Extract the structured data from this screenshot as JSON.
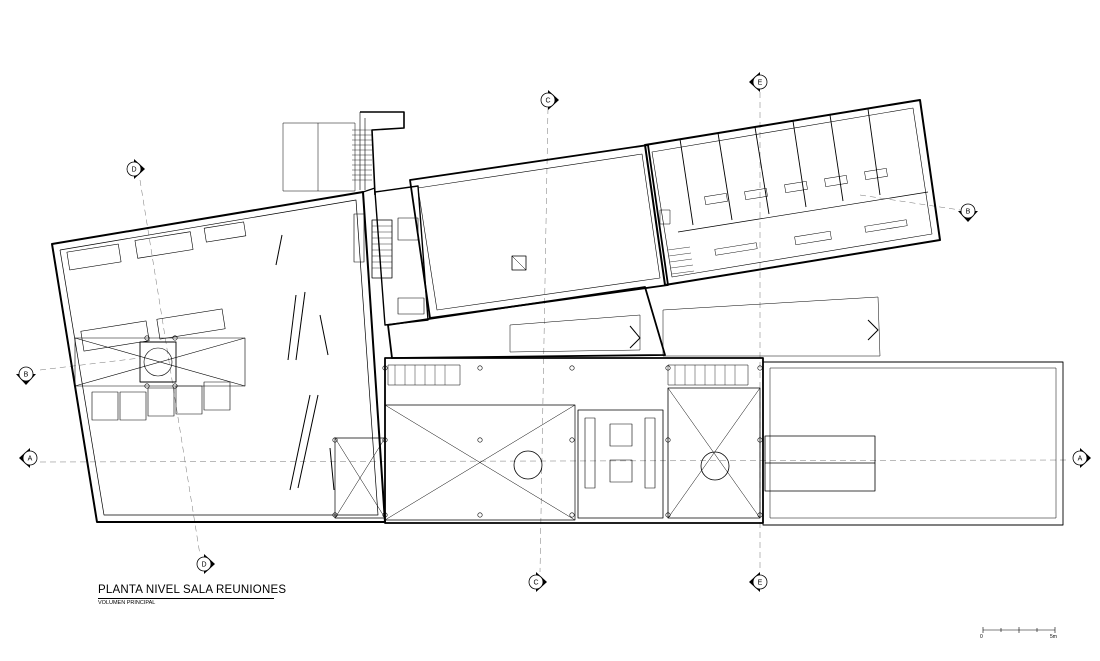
{
  "drawing": {
    "title": "PLANTA NIVEL SALA REUNIONES",
    "subtitle": "VOLUMEN PRINCIPAL"
  },
  "section_markers": [
    {
      "id": "marker-a-left",
      "label": "A"
    },
    {
      "id": "marker-a-right",
      "label": "A"
    },
    {
      "id": "marker-b-left",
      "label": "B"
    },
    {
      "id": "marker-b-right",
      "label": "B"
    },
    {
      "id": "marker-c-top",
      "label": "C"
    },
    {
      "id": "marker-c-bottom",
      "label": "C"
    },
    {
      "id": "marker-d-top",
      "label": "D"
    },
    {
      "id": "marker-d-bottom",
      "label": "D"
    },
    {
      "id": "marker-e-top",
      "label": "E"
    },
    {
      "id": "marker-e-bottom",
      "label": "E"
    }
  ],
  "scale_bar": {
    "start_label": "0",
    "end_label": "5m"
  }
}
